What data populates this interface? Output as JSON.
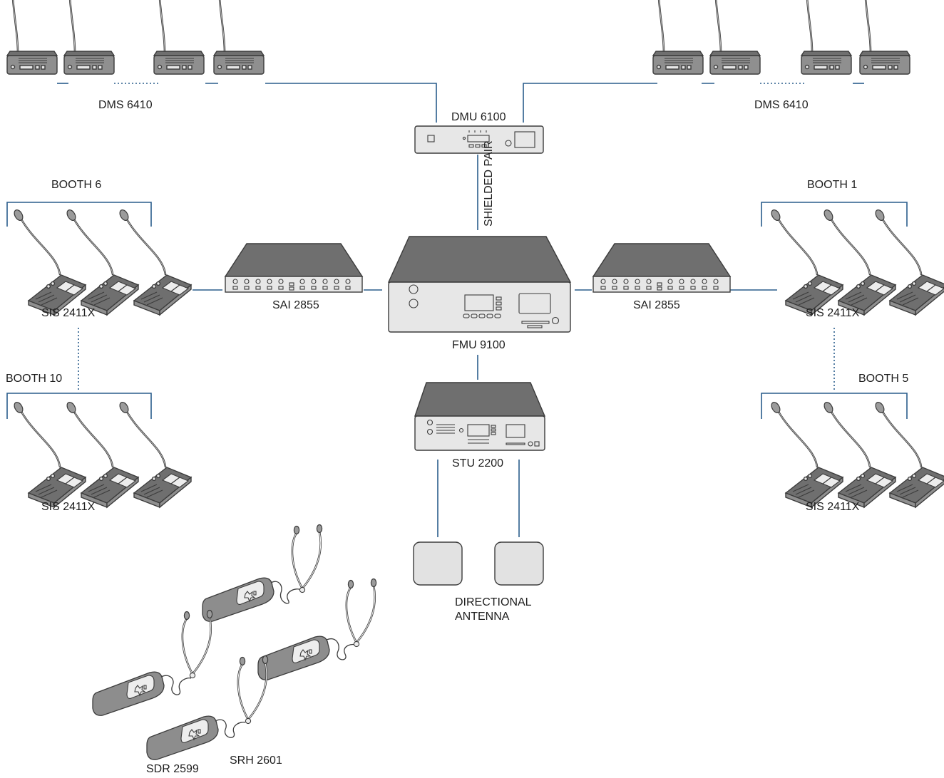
{
  "diagram": {
    "labels": {
      "dms_left": "DMS 6410",
      "dms_right": "DMS 6410",
      "dmu": "DMU 6100",
      "shielded_pair": "SHIELDED PAIR",
      "booth6": "BOOTH 6",
      "booth1": "BOOTH 1",
      "booth10": "BOOTH 10",
      "booth5": "BOOTH 5",
      "sis_tl": "SIS 2411X",
      "sis_tr": "SIS 2411X",
      "sis_bl": "SIS 2411X",
      "sis_br": "SIS 2411X",
      "sai_left": "SAI 2855",
      "sai_right": "SAI 2855",
      "fmu": "FMU 9100",
      "stu": "STU 2200",
      "antenna_line1": "DIRECTIONAL",
      "antenna_line2": "ANTENNA",
      "sdr": "SDR 2599",
      "srh": "SRH 2601"
    },
    "colors": {
      "connection": "#2a5d8c",
      "device_body": "#8f8f8f",
      "device_face": "#e7e7e7",
      "outline": "#3c3c3c"
    }
  }
}
